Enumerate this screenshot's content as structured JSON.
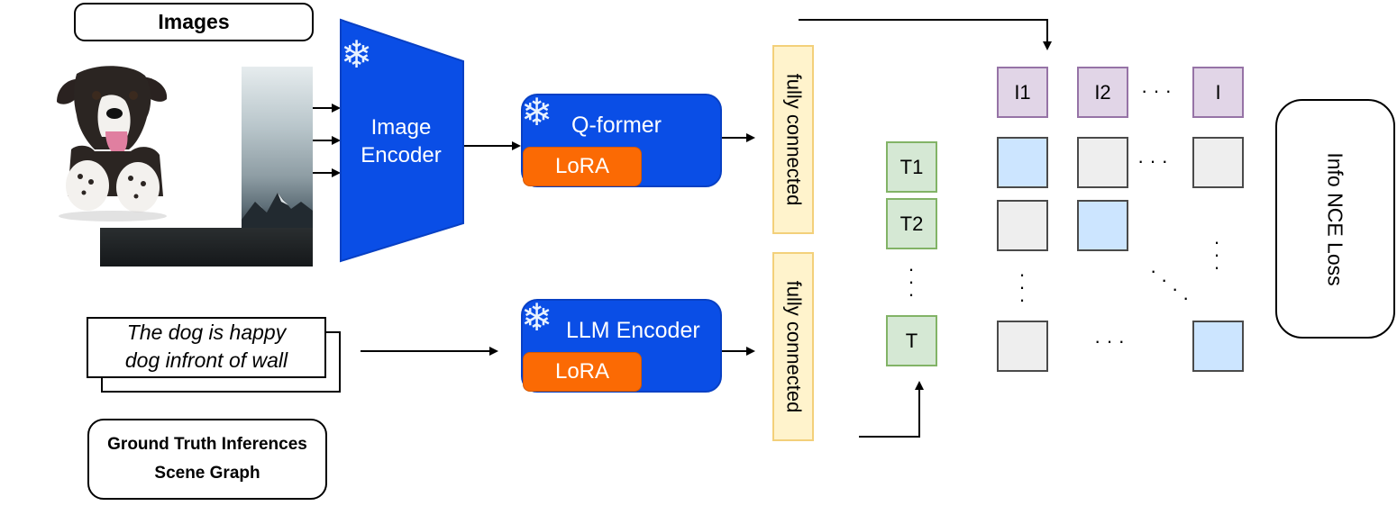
{
  "images_label": "Images",
  "image_encoder": {
    "title_line1": "Image",
    "title_line2": "Encoder"
  },
  "qformer": {
    "title": "Q-former",
    "lora": "LoRA"
  },
  "llm_encoder": {
    "title": "LLM Encoder",
    "lora": "LoRA"
  },
  "fully_connected_top": "fully connected",
  "fully_connected_bottom": "fully connected",
  "caption": {
    "line1": "The dog is happy",
    "line2": "dog infront of wall"
  },
  "ground_truth": {
    "line1": "Ground Truth Inferences",
    "line2": "Scene Graph"
  },
  "text_tokens": [
    "T1",
    "T2",
    "T"
  ],
  "image_tokens": [
    "I1",
    "I2",
    "I"
  ],
  "loss_label": "Info NCE Loss",
  "colors": {
    "encoder_blue": "#0a4ee6",
    "lora_orange": "#fb6a04",
    "fc_yellow": "#fff3cc",
    "text_token_green": "#d5e8d4",
    "image_token_purple": "#e1d5e7",
    "diag_blue": "#cce5ff",
    "cell_gray": "#eeeeee"
  },
  "icons": [
    "snowflake-icon",
    "dog-photo",
    "landscape-photo"
  ]
}
